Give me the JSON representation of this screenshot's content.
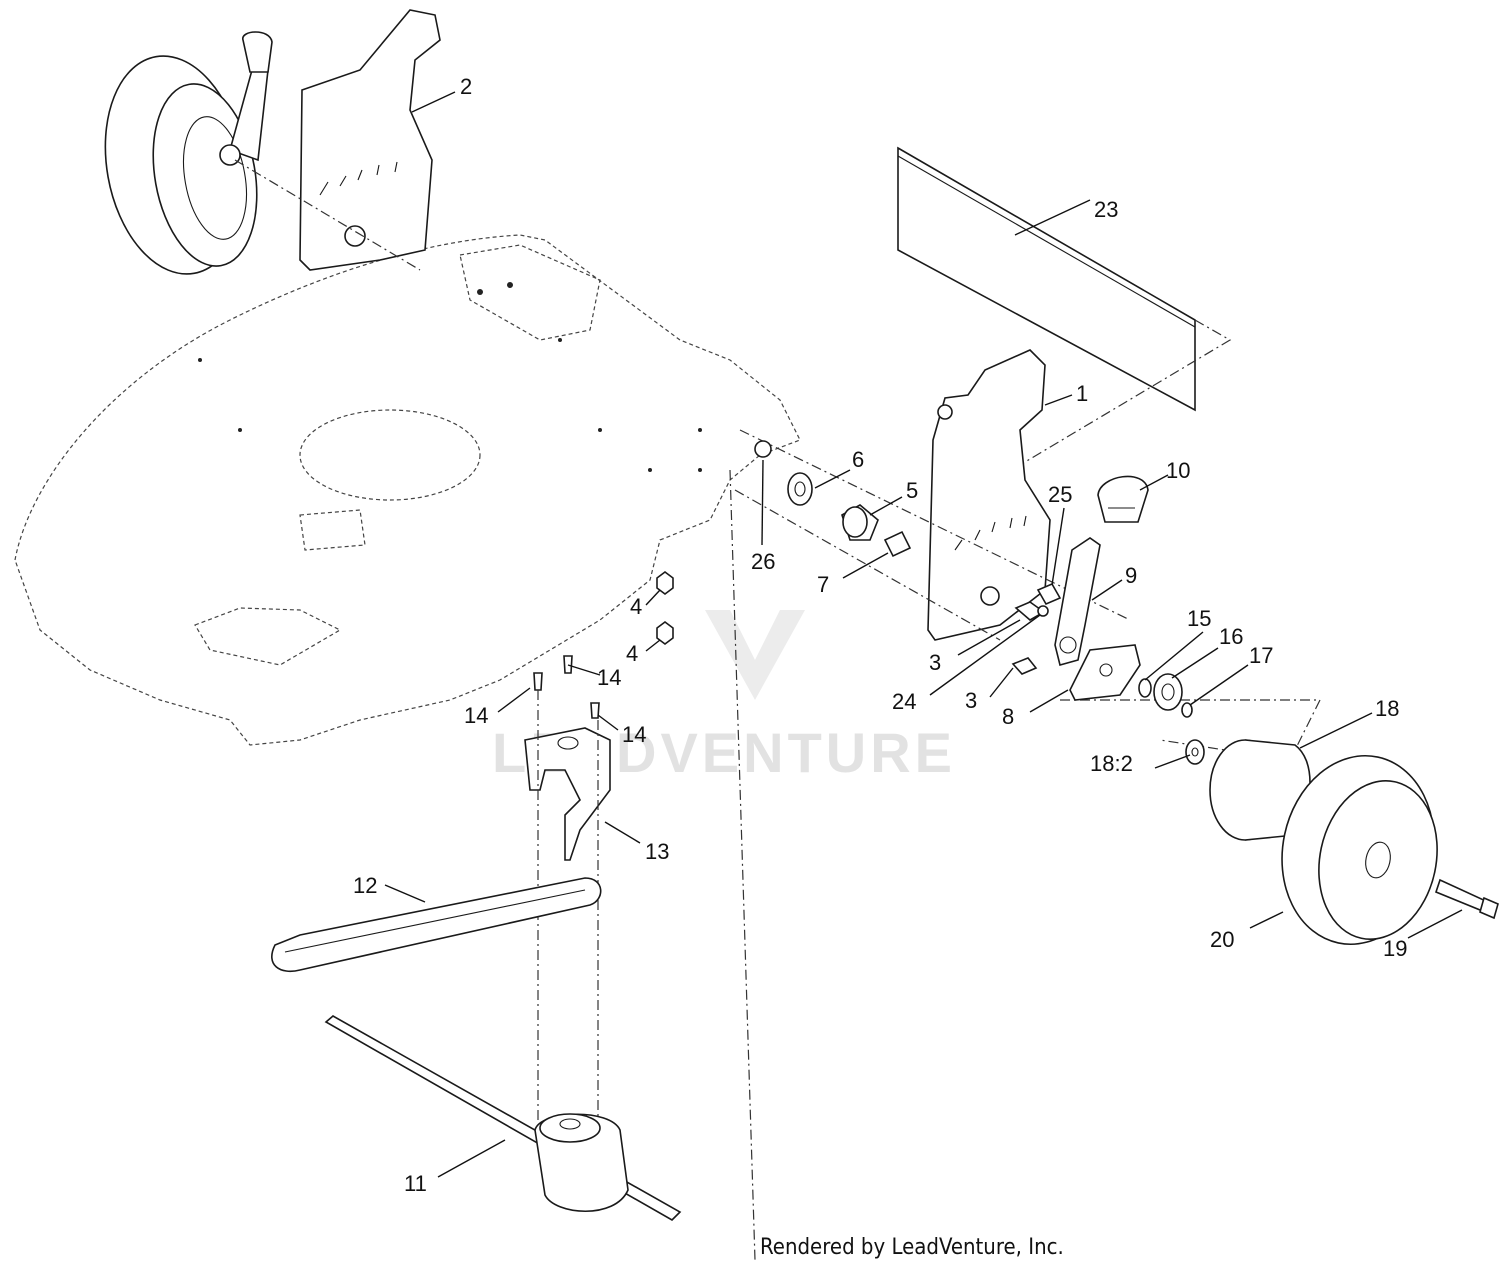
{
  "diagram": {
    "watermark": "LEADVENTURE",
    "credit": "Rendered by LeadVenture, Inc.",
    "labels": [
      {
        "id": "label-1",
        "text": "1"
      },
      {
        "id": "label-2",
        "text": "2"
      },
      {
        "id": "label-3a",
        "text": "3"
      },
      {
        "id": "label-3b",
        "text": "3"
      },
      {
        "id": "label-4a",
        "text": "4"
      },
      {
        "id": "label-4b",
        "text": "4"
      },
      {
        "id": "label-5",
        "text": "5"
      },
      {
        "id": "label-6",
        "text": "6"
      },
      {
        "id": "label-7",
        "text": "7"
      },
      {
        "id": "label-8",
        "text": "8"
      },
      {
        "id": "label-9",
        "text": "9"
      },
      {
        "id": "label-10",
        "text": "10"
      },
      {
        "id": "label-11",
        "text": "11"
      },
      {
        "id": "label-12",
        "text": "12"
      },
      {
        "id": "label-13",
        "text": "13"
      },
      {
        "id": "label-14a",
        "text": "14"
      },
      {
        "id": "label-14b",
        "text": "14"
      },
      {
        "id": "label-14c",
        "text": "14"
      },
      {
        "id": "label-15",
        "text": "15"
      },
      {
        "id": "label-16",
        "text": "16"
      },
      {
        "id": "label-17",
        "text": "17"
      },
      {
        "id": "label-18",
        "text": "18"
      },
      {
        "id": "label-18-2",
        "text": "18:2"
      },
      {
        "id": "label-19",
        "text": "19"
      },
      {
        "id": "label-20",
        "text": "20"
      },
      {
        "id": "label-23",
        "text": "23"
      },
      {
        "id": "label-24",
        "text": "24"
      },
      {
        "id": "label-25",
        "text": "25"
      },
      {
        "id": "label-26",
        "text": "26"
      }
    ]
  }
}
